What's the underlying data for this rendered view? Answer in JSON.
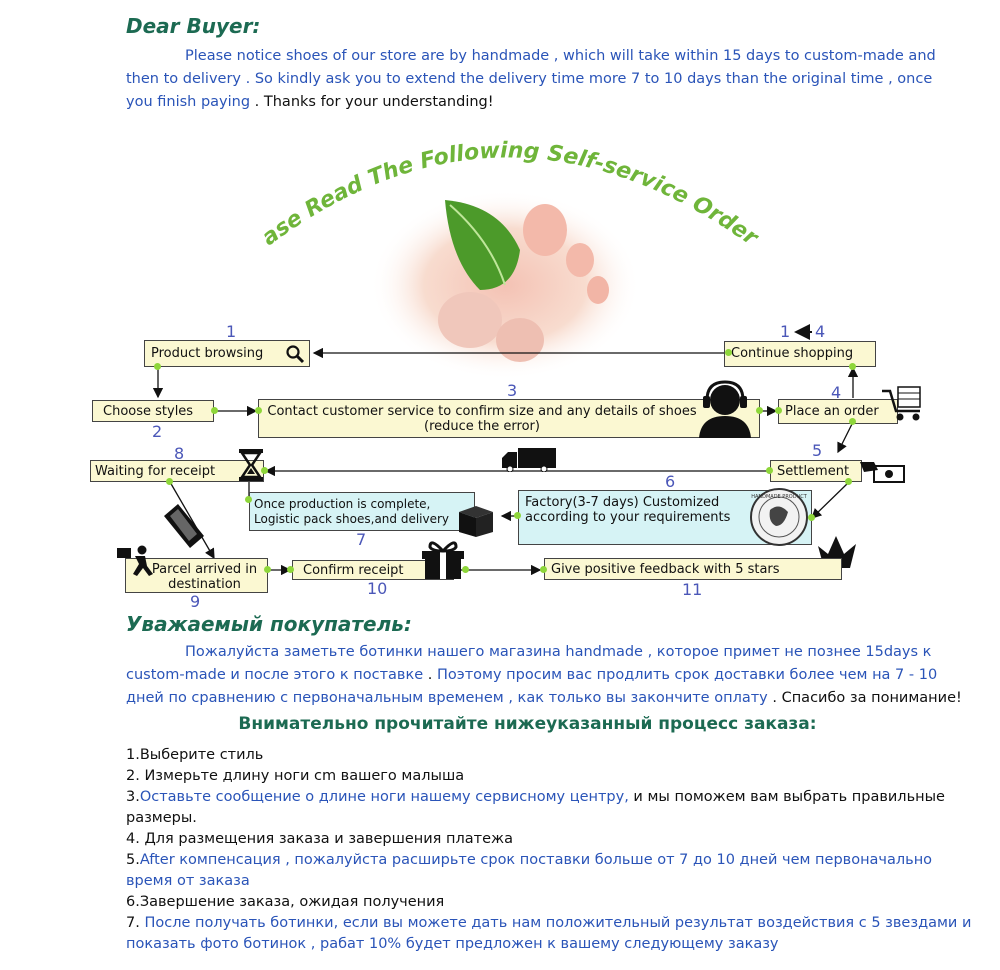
{
  "intro": {
    "title": "Dear Buyer:",
    "line1_blue": "Please notice shoes of our store are by handmade , which will take within 15 days to custom-made and",
    "line2_blue": "then to delivery . So  kindly  ask you  to  extend  the delivery time more 7 to 10 days than the original time , once",
    "line3_blue": "you finish paying",
    "line3_black": " . Thanks for your understanding!"
  },
  "banner": {
    "arc_text": "Please Read The Following Self-service Ordering"
  },
  "flow": {
    "nodes": {
      "product_browsing": "Product browsing",
      "continue_shopping": "Continue shopping",
      "choose_styles": "Choose styles",
      "contact_service": "Contact customer service to confirm size and any details of shoes (reduce the error)",
      "place_order": "Place an order",
      "waiting_receipt": "Waiting for receipt",
      "settlement": "Settlement",
      "production_complete": "Once  production  is complete, Logistic pack shoes,and delivery",
      "factory": "Factory(3-7 days) Customized according to your requirements",
      "parcel_arrived": "Parcel arrived in destination",
      "confirm_receipt": "Confirm receipt",
      "feedback": "Give positive feedback with 5 stars"
    },
    "numbers": {
      "n1": "1",
      "n1to4_a": "1",
      "n1to4_b": "4",
      "n2": "2",
      "n3": "3",
      "n4": "4",
      "n5": "5",
      "n6": "6",
      "n7": "7",
      "n8": "8",
      "n9": "9",
      "n10": "10",
      "n11": "11"
    },
    "stamp_text": "HANDMADE PRODUCT"
  },
  "russian": {
    "title": "Уважаемый покупатель:",
    "p1_blue": "Пожалуйста  заметьте  ботинки  нашего  магазина  handmade",
    "p1_black": " , которое  примет не познее 15days к",
    "p2_blue": "custom-made и после этого к поставке",
    "p2_black_a": " . ",
    "p2_blue_b": "Поэтому  просим  вас  продлить  срок  доставки более чем на  7 - 10",
    "p3_blue": "дней по сравнению с первоначальным временем , как только вы закончите оплату",
    "p3_black": " . Спасибо за понимание!",
    "subtitle": "Внимательно прочитайте нижеуказанный процесс заказа:"
  },
  "steps": [
    {
      "parts": [
        {
          "t": "1.Выберите стиль",
          "c": "black"
        }
      ]
    },
    {
      "parts": [
        {
          "t": "2. Измерьте длину ноги cm вашего малыша",
          "c": "black"
        }
      ]
    },
    {
      "parts": [
        {
          "t": "3.",
          "c": "black"
        },
        {
          "t": "Оставьте сообщение о длине ноги нашему сервисному центру,",
          "c": "blue"
        },
        {
          "t": " и мы поможем  вам  выбрать правильные",
          "c": "black"
        }
      ]
    },
    {
      "parts": [
        {
          "t": "размеры.",
          "c": "black"
        }
      ]
    },
    {
      "parts": [
        {
          "t": "4. Для размещения заказа и завершения платежа",
          "c": "black"
        }
      ]
    },
    {
      "parts": [
        {
          "t": "5.",
          "c": "black"
        },
        {
          "t": "After  компенсация , пожалуйста  расширьте  срок  поставки  больше  от  7 до 10 дней чем первоначально",
          "c": "blue"
        }
      ]
    },
    {
      "parts": [
        {
          "t": "время от заказа",
          "c": "blue"
        }
      ]
    },
    {
      "parts": [
        {
          "t": "6.Завершение заказа, ожидая получения",
          "c": "black"
        }
      ]
    },
    {
      "parts": [
        {
          "t": "7. ",
          "c": "black"
        },
        {
          "t": "После получать ботинки, если вы можете дать нам положительный результат воздействия с 5 звездами и",
          "c": "blue"
        }
      ]
    },
    {
      "parts": [
        {
          "t": "показать фото ботинок , рабат 10% будет предложен к вашему следующему заказу",
          "c": "blue"
        }
      ]
    }
  ],
  "colors": {
    "header_green": "#1c6a52",
    "text_blue": "#2a54b8",
    "node_yellow": "#fbf8d2",
    "node_cyan": "#d6f3f5",
    "arc_green": "#6fb53a",
    "number_blue": "#4b57b8"
  },
  "icons": [
    "search-icon",
    "arrow-left-icon",
    "person-headset-icon",
    "shopping-cart-icon",
    "hourglass-icon",
    "truck-icon",
    "cash-icon",
    "gift-icon",
    "stamp-icon",
    "crown-icon",
    "phone-icon",
    "courier-icon"
  ]
}
